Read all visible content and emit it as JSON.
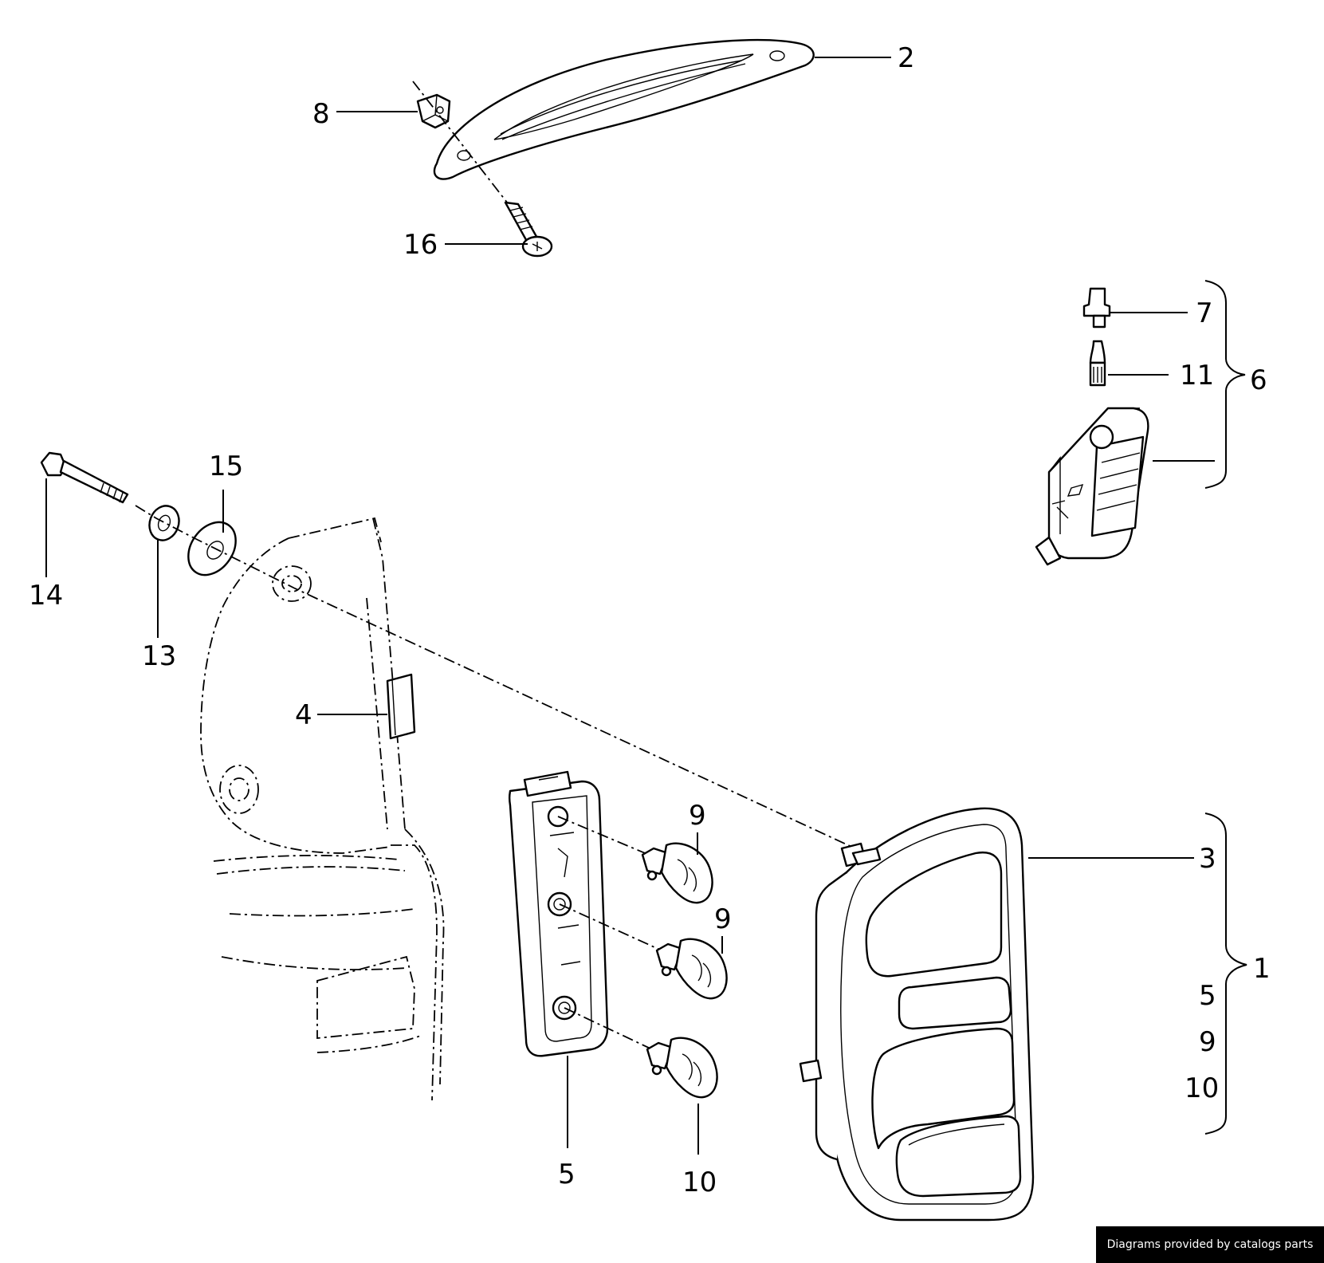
{
  "callouts": [
    {
      "id": "c2",
      "text": "2"
    },
    {
      "id": "c8",
      "text": "8"
    },
    {
      "id": "c16",
      "text": "16"
    },
    {
      "id": "c7",
      "text": "7"
    },
    {
      "id": "c11",
      "text": "11"
    },
    {
      "id": "c6",
      "text": "6"
    },
    {
      "id": "c15",
      "text": "15"
    },
    {
      "id": "c14",
      "text": "14"
    },
    {
      "id": "c13",
      "text": "13"
    },
    {
      "id": "c4",
      "text": "4"
    },
    {
      "id": "c9a",
      "text": "9"
    },
    {
      "id": "c9b",
      "text": "9"
    },
    {
      "id": "c3",
      "text": "3"
    },
    {
      "id": "c1",
      "text": "1"
    },
    {
      "id": "c1_5",
      "text": "5"
    },
    {
      "id": "c1_9",
      "text": "9"
    },
    {
      "id": "c1_10",
      "text": "10"
    },
    {
      "id": "c5",
      "text": "5"
    },
    {
      "id": "c10",
      "text": "10"
    }
  ],
  "credit": "Diagrams provided by catalogs parts"
}
